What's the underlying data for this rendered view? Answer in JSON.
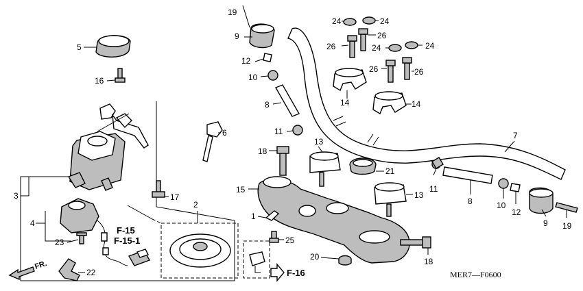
{
  "callouts": {
    "c1": "1",
    "c2": "2",
    "c3": "3",
    "c4": "4",
    "c5": "5",
    "c6": "6",
    "c7": "7",
    "c8a": "8",
    "c8b": "8",
    "c9a": "9",
    "c9b": "9",
    "c10a": "10",
    "c10b": "10",
    "c11a": "11",
    "c11b": "11",
    "c12a": "12",
    "c12b": "12",
    "c13a": "13",
    "c13b": "13",
    "c14a": "14",
    "c14b": "14",
    "c15": "15",
    "c16": "16",
    "c17": "17",
    "c18a": "18",
    "c18b": "18",
    "c19a": "19",
    "c19b": "19",
    "c20": "20",
    "c21": "21",
    "c22": "22",
    "c23": "23",
    "c24a": "24",
    "c24b": "24",
    "c24c": "24",
    "c24d": "24",
    "c25": "25",
    "c26a": "26",
    "c26b": "26",
    "c26c": "26",
    "c26d": "26"
  },
  "references": {
    "f15": "F-15",
    "f151": "F-15-1",
    "f16": "F-16"
  },
  "direction_label": "FR.",
  "diagram_code": "MER7—F0600",
  "colors": {
    "line": "#000000",
    "part_fill": "#bdbdbd",
    "background": "#ffffff"
  }
}
